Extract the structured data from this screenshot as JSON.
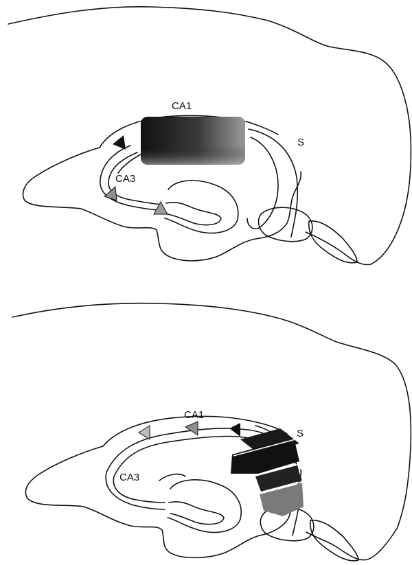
{
  "panels": [
    {
      "labels": {
        "ca1": "CA1",
        "ca3": "CA3",
        "s": "S"
      }
    },
    {
      "labels": {
        "ca1": "CA1",
        "ca3": "CA3",
        "s": "S"
      }
    }
  ],
  "colors": {
    "ink": "#111111",
    "dark_fill": "#1a1a1a",
    "gray_fill": "#8a8a8a",
    "arrow_gray": "#9a9a9a",
    "arrow_dark": "#111111"
  }
}
